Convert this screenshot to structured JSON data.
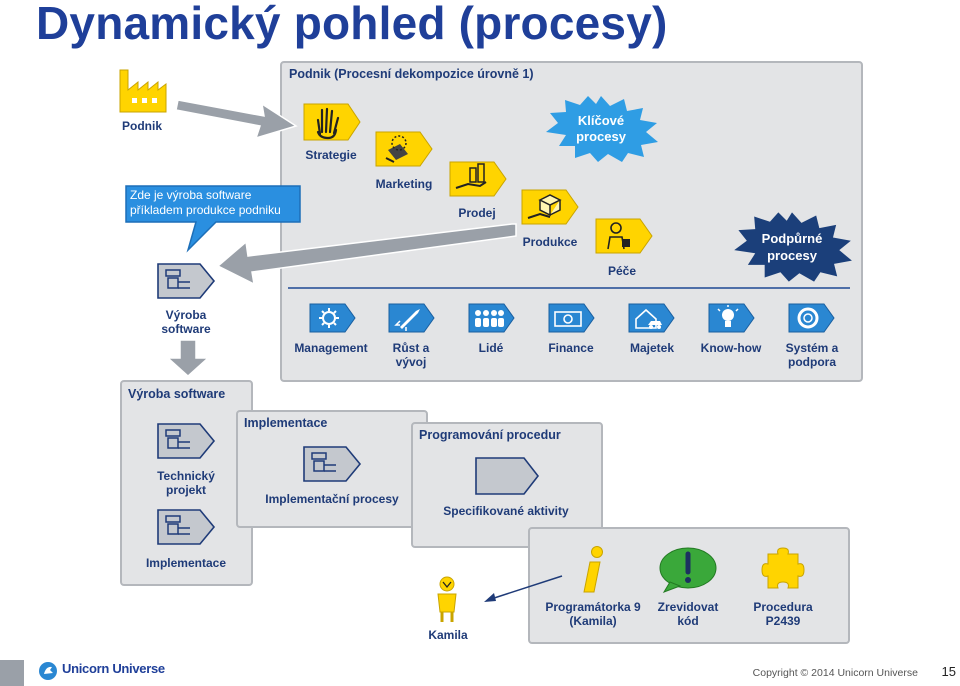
{
  "title": "Dynamický pohled (procesy)",
  "podnik_label": "Podnik",
  "main_panel": {
    "title": "Podnik (Procesní dekompozice úrovně 1)",
    "key_processes_label": "Klíčové procesy",
    "support_processes_label": "Podpůrné procesy",
    "key_steps": [
      {
        "label": "Strategie",
        "icon": "hand-icon"
      },
      {
        "label": "Marketing",
        "icon": "megaphone-icon"
      },
      {
        "label": "Prodej",
        "icon": "sales-hand-icon"
      },
      {
        "label": "Produkce",
        "icon": "package-icon"
      },
      {
        "label": "Péče",
        "icon": "care-person-icon"
      }
    ],
    "support_steps": [
      {
        "label": "Management",
        "icon": "gear-icon"
      },
      {
        "label": "Růst a vývoj",
        "icon": "rocket-icon"
      },
      {
        "label": "Lidé",
        "icon": "people-icon"
      },
      {
        "label": "Finance",
        "icon": "money-icon"
      },
      {
        "label": "Majetek",
        "icon": "house-car-icon"
      },
      {
        "label": "Know-how",
        "icon": "lightbulb-icon"
      },
      {
        "label": "Systém a podpora",
        "icon": "lifebuoy-icon"
      }
    ]
  },
  "callout": {
    "line1": "Zde je výroba software",
    "line2": "příkladem produkce podniku"
  },
  "vyroba_software_label": "Výroba software",
  "panel_vyroba": {
    "title": "Výroba software",
    "items": [
      "Technický projekt",
      "Implementace"
    ]
  },
  "panel_implementace": {
    "title": "Implementace",
    "item": "Implementační procesy"
  },
  "panel_programovani": {
    "title": "Programování procedur",
    "item": "Specifikované aktivity"
  },
  "bottom_panel": {
    "items": [
      {
        "label": "Programátorka 9 (Kamila)",
        "icon": "info-icon"
      },
      {
        "label": "Zrevidovat kód",
        "icon": "exclamation-bubble-icon"
      },
      {
        "label": "Procedura P2439",
        "icon": "puzzle-icon"
      }
    ]
  },
  "kamila_label": "Kamila",
  "footer": {
    "logo_text": "Unicorn Universe",
    "copyright": "Copyright © 2014 Unicorn Universe",
    "page_number": "15"
  },
  "colors": {
    "title_blue": "#1f3f99",
    "label_blue": "#1f3b78",
    "yellow": "#ffd400",
    "icon_blue": "#2a87d2",
    "key_star_blue": "#2f9de4",
    "support_star_navy": "#1b3f7a",
    "callout_blue": "#2a8fe0",
    "panel_gray": "#e3e4e6",
    "arrow_gray": "#9aa0a8"
  }
}
